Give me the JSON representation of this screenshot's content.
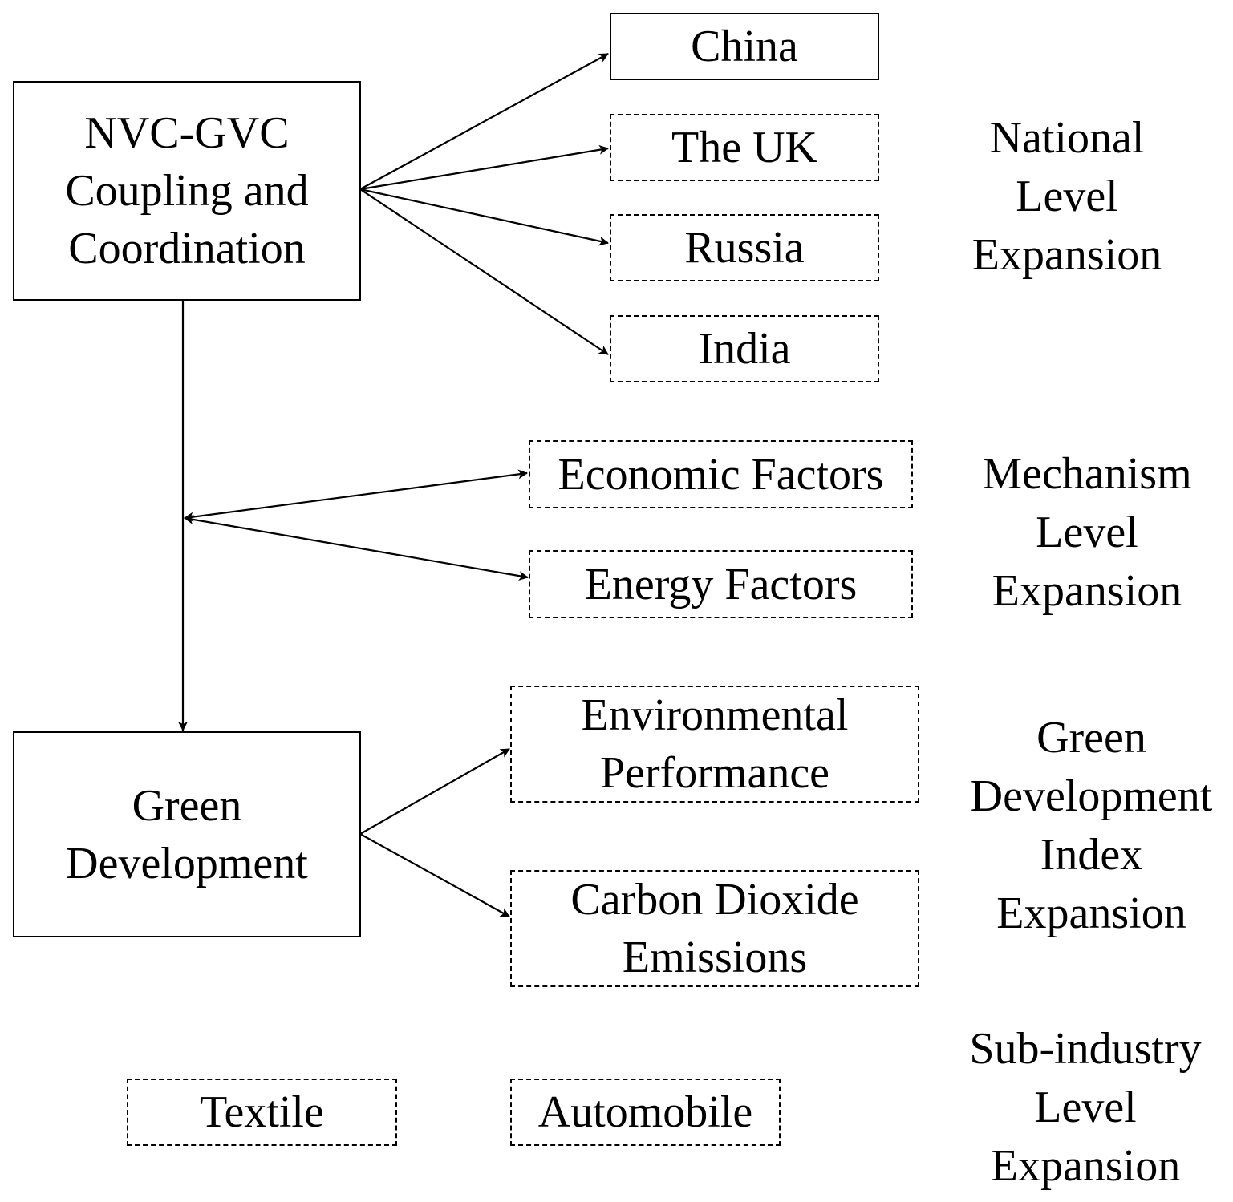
{
  "nodes": {
    "nvc_gvc": "NVC-GVC\nCoupling and\nCoordination",
    "green_development": "Green\nDevelopment",
    "china": "China",
    "uk": "The UK",
    "russia": "Russia",
    "india": "India",
    "economic_factors": "Economic Factors",
    "energy_factors": "Energy Factors",
    "environmental_performance": "Environmental\nPerformance",
    "co2_emissions": "Carbon Dioxide\nEmissions",
    "textile": "Textile",
    "automobile": "Automobile"
  },
  "side_labels": {
    "national": "National\nLevel\nExpansion",
    "mechanism": "Mechanism\nLevel\nExpansion",
    "green_index": "Green\nDevelopment\nIndex\nExpansion",
    "sub_industry": "Sub-industry\nLevel\nExpansion"
  },
  "colors": {
    "line": "#000000",
    "background": "#ffffff"
  }
}
